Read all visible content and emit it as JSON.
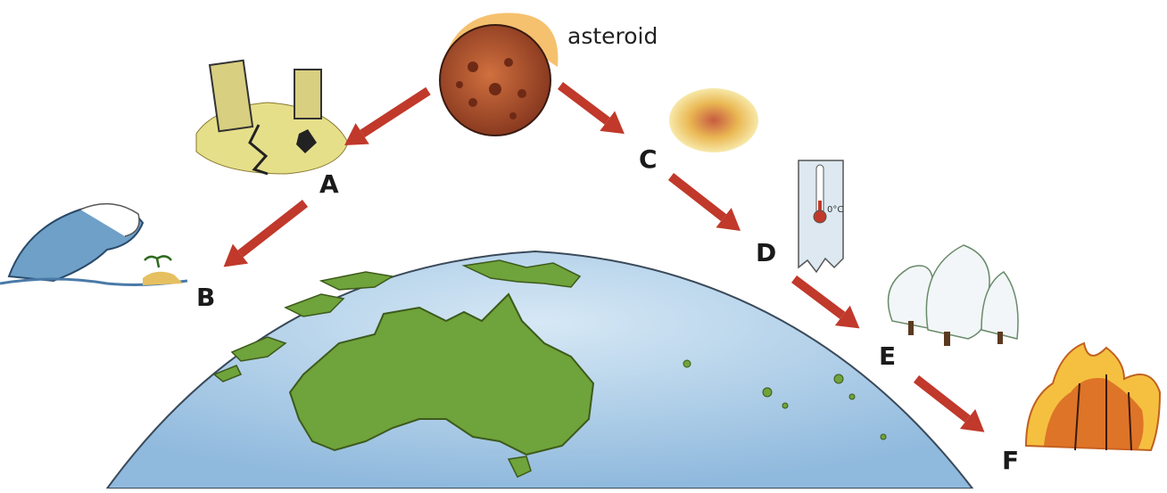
{
  "diagram": {
    "asteroid_label": "asteroid",
    "stages": [
      {
        "letter": "A",
        "depicts": "earthquake"
      },
      {
        "letter": "B",
        "depicts": "tsunami"
      },
      {
        "letter": "C",
        "depicts": "dust cloud"
      },
      {
        "letter": "D",
        "depicts": "freezing temperature"
      },
      {
        "letter": "E",
        "depicts": "snow-covered trees"
      },
      {
        "letter": "F",
        "depicts": "forest fire"
      }
    ],
    "colors": {
      "arrow": "#c0392b",
      "ocean": "#a9cbe6",
      "land": "#6fa33b",
      "asteroid": "#b5502e",
      "fire": "#f0a030"
    }
  }
}
